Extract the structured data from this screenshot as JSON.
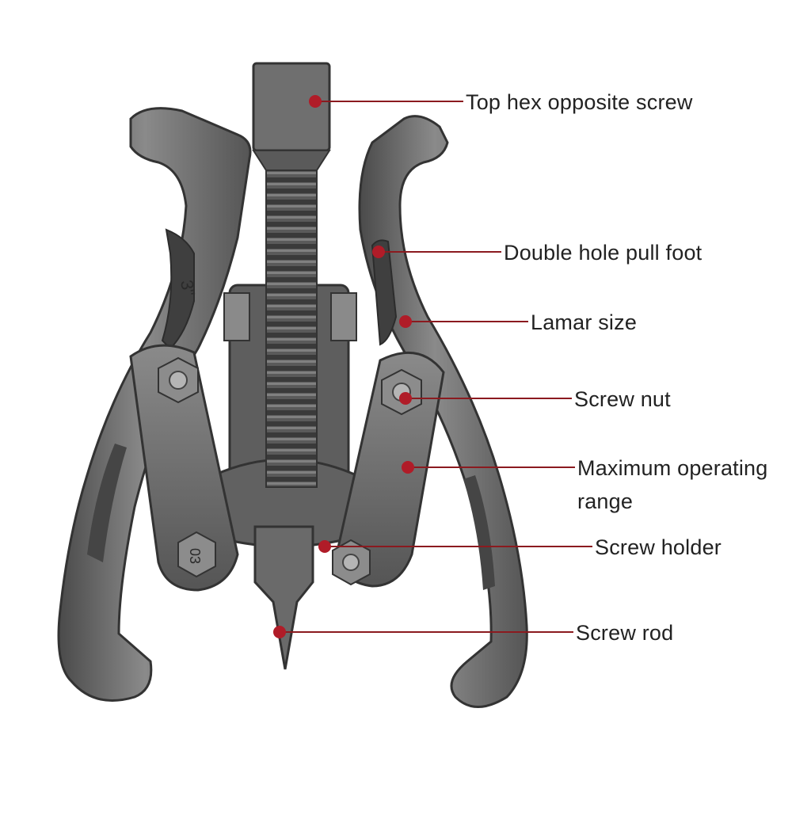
{
  "callouts": [
    {
      "id": "top-hex",
      "label": "Top hex opposite screw"
    },
    {
      "id": "pull-foot",
      "label": "Double hole pull foot"
    },
    {
      "id": "lamar",
      "label": "Lamar size"
    },
    {
      "id": "nut",
      "label": "Screw nut"
    },
    {
      "id": "range",
      "label": "Maximum operating range"
    },
    {
      "id": "holder",
      "label": "Screw holder"
    },
    {
      "id": "rod",
      "label": "Screw rod"
    }
  ],
  "arm_markings": {
    "left": "3\"",
    "bottom": "03"
  },
  "colors": {
    "leader_line": "#8b1a1f",
    "dot": "#b01c28",
    "text": "#222222",
    "steel": "#6e6e6e",
    "steel_dark": "#3e3e3e",
    "steel_light": "#9a9a9a"
  }
}
